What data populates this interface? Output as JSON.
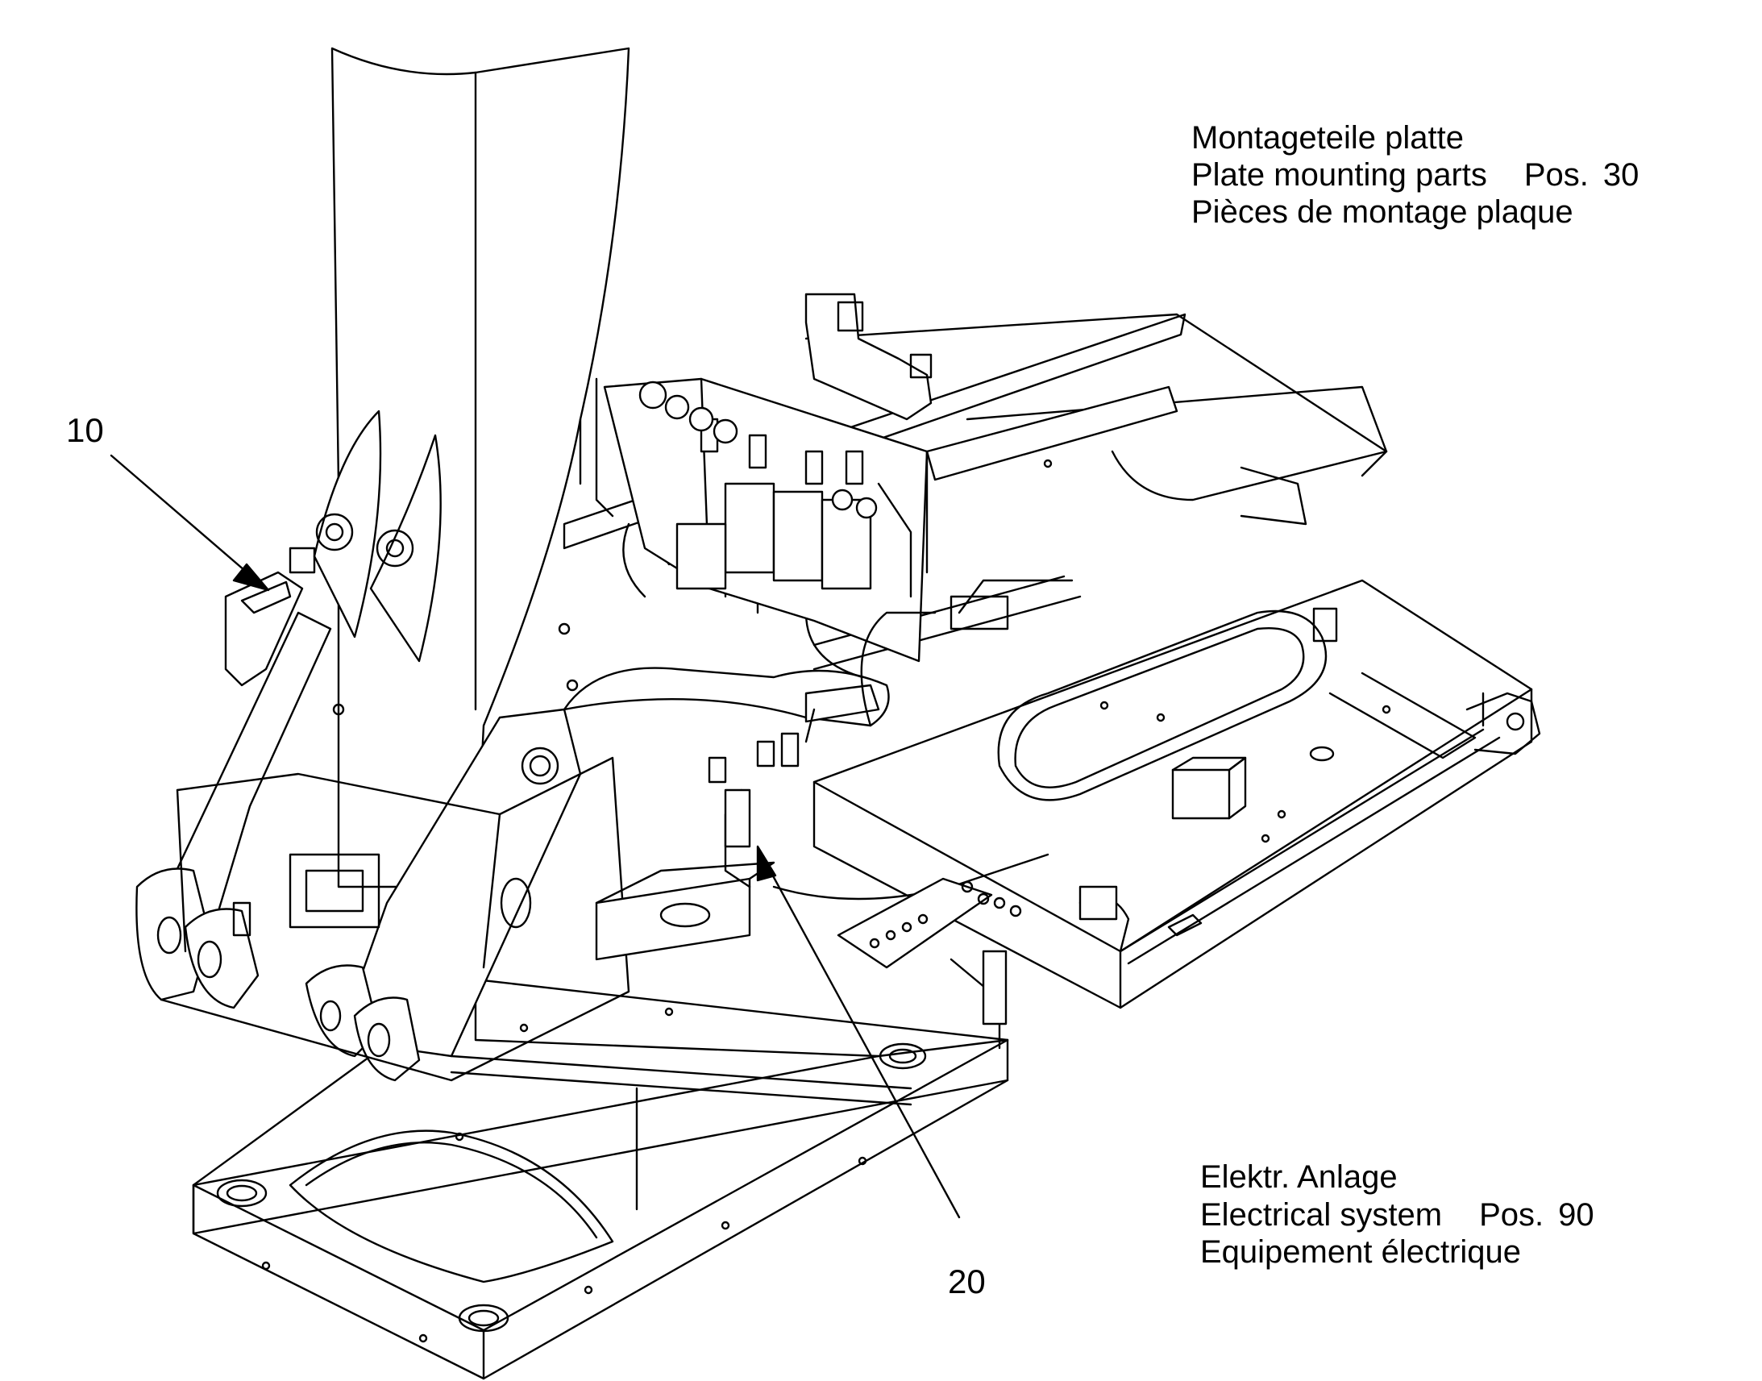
{
  "callouts": {
    "c10": "10",
    "c20": "20"
  },
  "plate_block": {
    "line1": "Montageteile platte",
    "line2": "Plate mounting parts",
    "pos_label": "Pos.",
    "pos_value": "30",
    "line3": "Pièces de montage plaque"
  },
  "electrical_block": {
    "line1": "Elektr. Anlage",
    "line2": "Electrical system",
    "pos_label": "Pos.",
    "pos_value": "90",
    "line3": "Equipement électrique"
  },
  "colors": {
    "line": "#000000",
    "background": "#ffffff"
  }
}
